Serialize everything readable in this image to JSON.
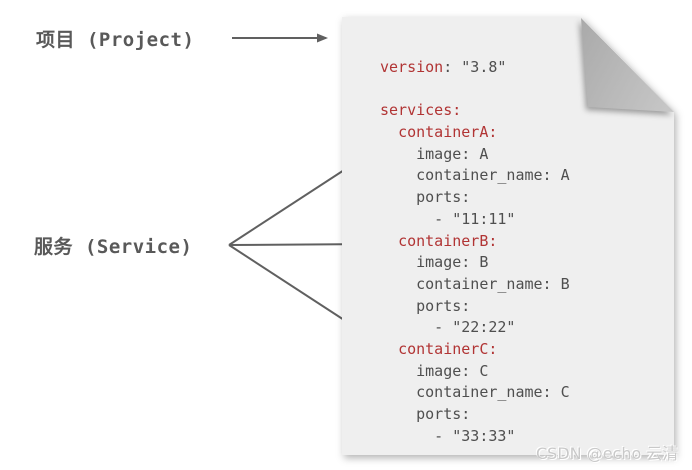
{
  "labels": {
    "project": "项目 (Project)",
    "service": "服务 (Service)"
  },
  "document": {
    "code_lines": [
      {
        "segments": [
          {
            "t": "version",
            "c": "key"
          },
          {
            "t": ": \"3.8\"",
            "c": "plain"
          }
        ]
      },
      {
        "segments": []
      },
      {
        "segments": [
          {
            "t": "services:",
            "c": "key"
          }
        ]
      },
      {
        "segments": [
          {
            "t": "  ",
            "c": "plain"
          },
          {
            "t": "containerA:",
            "c": "key"
          }
        ]
      },
      {
        "segments": [
          {
            "t": "    image: A",
            "c": "plain"
          }
        ]
      },
      {
        "segments": [
          {
            "t": "    container_name: A",
            "c": "plain"
          }
        ]
      },
      {
        "segments": [
          {
            "t": "    ports:",
            "c": "plain"
          }
        ]
      },
      {
        "segments": [
          {
            "t": "      - \"11:11\"",
            "c": "plain"
          }
        ]
      },
      {
        "segments": [
          {
            "t": "  ",
            "c": "plain"
          },
          {
            "t": "containerB:",
            "c": "key"
          }
        ]
      },
      {
        "segments": [
          {
            "t": "    image: B",
            "c": "plain"
          }
        ]
      },
      {
        "segments": [
          {
            "t": "    container_name: B",
            "c": "plain"
          }
        ]
      },
      {
        "segments": [
          {
            "t": "    ports:",
            "c": "plain"
          }
        ]
      },
      {
        "segments": [
          {
            "t": "      - \"22:22\"",
            "c": "plain"
          }
        ]
      },
      {
        "segments": [
          {
            "t": "  ",
            "c": "plain"
          },
          {
            "t": "containerC:",
            "c": "key"
          }
        ]
      },
      {
        "segments": [
          {
            "t": "    image: C",
            "c": "plain"
          }
        ]
      },
      {
        "segments": [
          {
            "t": "    container_name: C",
            "c": "plain"
          }
        ]
      },
      {
        "segments": [
          {
            "t": "    ports:",
            "c": "plain"
          }
        ]
      },
      {
        "segments": [
          {
            "t": "      - \"33:33\"",
            "c": "plain"
          }
        ]
      }
    ]
  },
  "watermark": "CSDN @echo 云清",
  "colors": {
    "key": "#b13434",
    "plain": "#4f4f4f",
    "label": "#595959",
    "arrow": "#606060",
    "doc_bg": "#efefef",
    "watermark": "#c9c9c9"
  }
}
